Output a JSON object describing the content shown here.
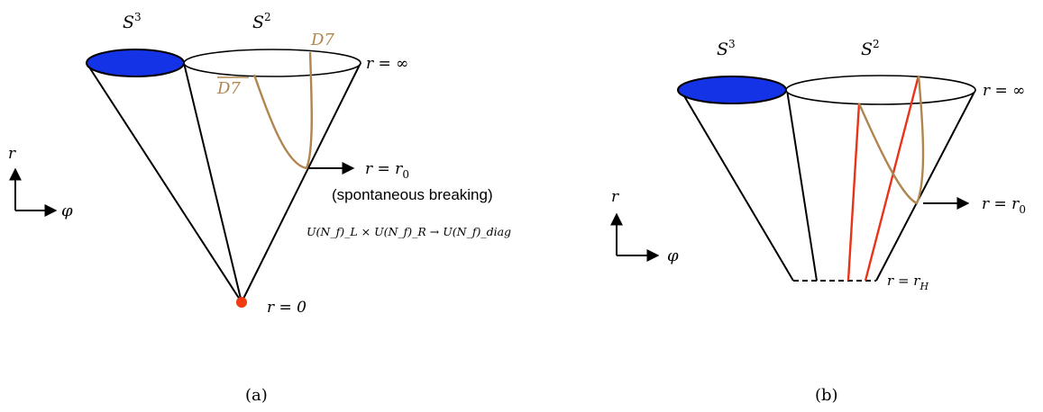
{
  "colors": {
    "s3_fill": "#1432e6",
    "brane": "#b0854f",
    "red_string": "#e8331a",
    "tip": "#f03a10",
    "line": "#000000"
  },
  "panel_a": {
    "caption": "(a)",
    "s3": {
      "base": "S",
      "sup": "3"
    },
    "s2": {
      "base": "S",
      "sup": "2"
    },
    "d7": "D7",
    "d7bar": "D7",
    "r_inf": "r = ∞",
    "r_r0": {
      "base": "r = r",
      "sub": "0"
    },
    "breaking": "(spontaneous breaking)",
    "symmetry": "U(N_f)_L × U(N_f)_R → U(N_f)_diag",
    "r_zero": "r = 0",
    "axis_r": "r",
    "axis_phi": "φ"
  },
  "panel_b": {
    "caption": "(b)",
    "s3": {
      "base": "S",
      "sup": "3"
    },
    "s2": {
      "base": "S",
      "sup": "2"
    },
    "r_inf": "r = ∞",
    "r_r0": {
      "base": "r = r",
      "sub": "0"
    },
    "r_rh": {
      "base": "r = r",
      "sub": "H"
    },
    "axis_r": "r",
    "axis_phi": "φ"
  }
}
